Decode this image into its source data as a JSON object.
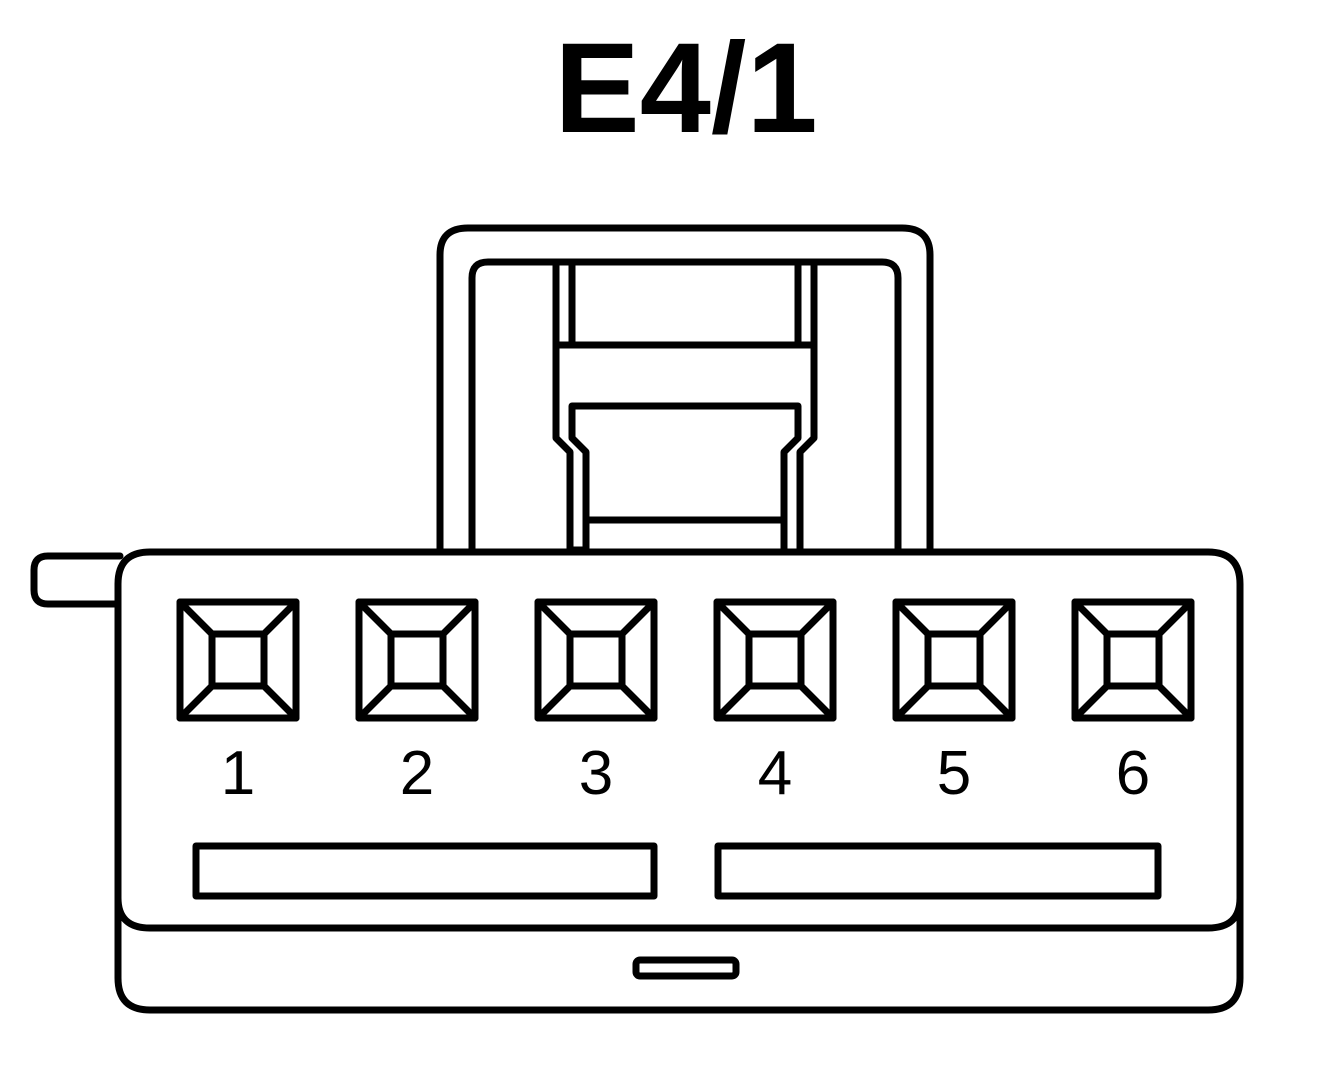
{
  "diagram": {
    "title": "E4/1",
    "pins": [
      {
        "label": "1"
      },
      {
        "label": "2"
      },
      {
        "label": "3"
      },
      {
        "label": "4"
      },
      {
        "label": "5"
      },
      {
        "label": "6"
      }
    ],
    "colors": {
      "line": "#000000",
      "background": "#ffffff"
    }
  }
}
